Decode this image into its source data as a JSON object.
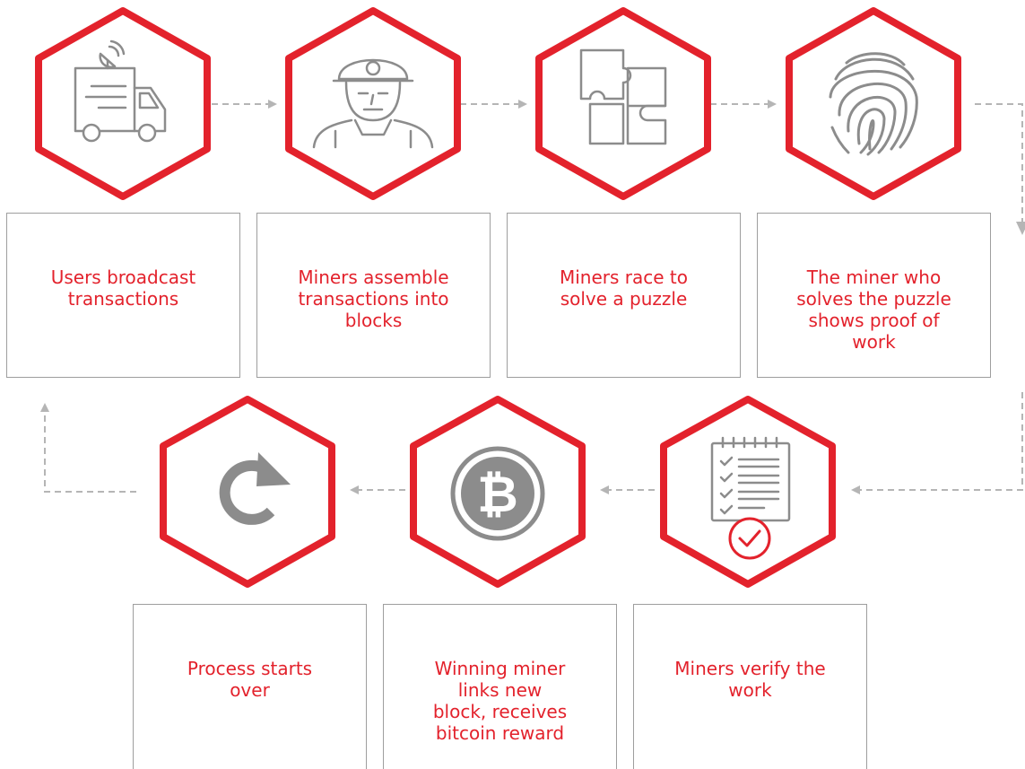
{
  "colors": {
    "accent": "#e3222c",
    "icon": "#8c8c8c",
    "connector": "#b5b5b5",
    "border": "#9e9e9e"
  },
  "steps": [
    {
      "text": "Users broadcast\ntransactions",
      "icon": "broadcast-van-icon"
    },
    {
      "text": "Miners assemble\ntransactions into\nblocks",
      "icon": "miner-icon"
    },
    {
      "text": "Miners race to\nsolve a puzzle",
      "icon": "puzzle-icon"
    },
    {
      "text": "The miner who\nsolves the puzzle\nshows proof of\nwork",
      "icon": "fingerprint-icon"
    },
    {
      "text": "Miners verify the\nwork",
      "icon": "checklist-icon"
    },
    {
      "text": "Winning miner\nlinks new\n block, receives\nbitcoin reward",
      "icon": "bitcoin-icon"
    },
    {
      "text": "Process starts\nover",
      "icon": "restart-icon"
    }
  ]
}
